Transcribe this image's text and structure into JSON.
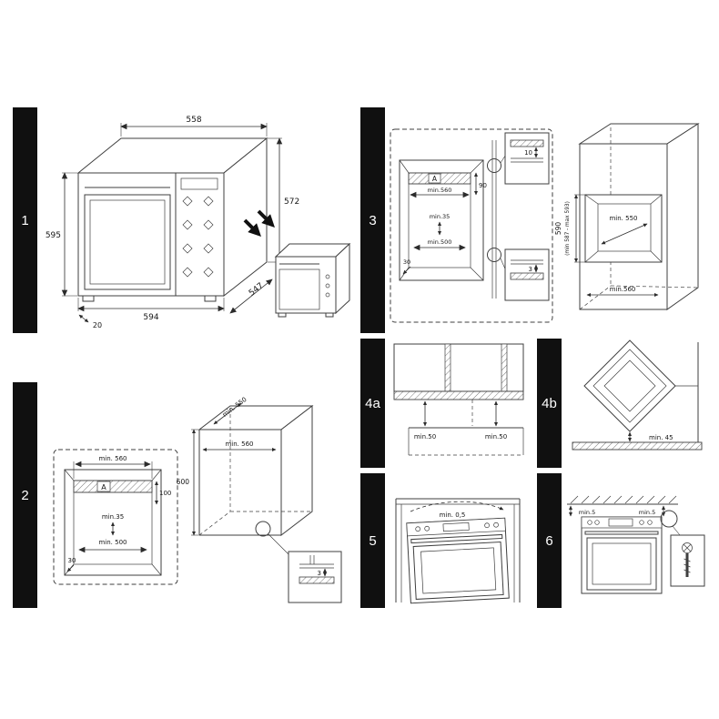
{
  "page": {
    "title": "Built-in oven installation diagram",
    "colors": {
      "panel_bar": "#101010",
      "line": "#3f3f3f",
      "background": "#ffffff"
    }
  },
  "panels": {
    "p1": {
      "label": "1",
      "dims": {
        "top_width": "558",
        "left_height": "595",
        "right_height": "572",
        "bottom_width": "594",
        "depth": "547",
        "plinth": "20"
      }
    },
    "p2": {
      "label": "2",
      "cutout": {
        "top_width": "min. 560",
        "vent_strip": "A",
        "top_clearance": "100",
        "rear_clearance": "min.35",
        "bottom_width": "min. 500",
        "corner": "30"
      },
      "cabinet": {
        "depth": "min. 550",
        "width": "min. 560",
        "height": "600",
        "gap_detail": "3"
      }
    },
    "p3": {
      "label": "3",
      "cutout": {
        "vent_strip": "A",
        "top_width": "min.560",
        "top_clearance": "90",
        "rear_clearance": "min.35",
        "bottom_width": "min.500",
        "corner": "30"
      },
      "details": {
        "top_gap": "10",
        "bottom_gap": "3"
      },
      "column": {
        "depth": "min. 550",
        "height": "590",
        "height_range": "(min 587 - max 593)",
        "width": "min.560"
      }
    },
    "p4a": {
      "label": "4a",
      "gap_left": "min.50",
      "gap_right": "min.50"
    },
    "p4b": {
      "label": "4b",
      "gap_bottom": "min. 45"
    },
    "p5": {
      "label": "5",
      "gap_top": "min. 0,5"
    },
    "p6": {
      "label": "6",
      "gap_left": "min.5",
      "gap_right": "min.5"
    }
  }
}
